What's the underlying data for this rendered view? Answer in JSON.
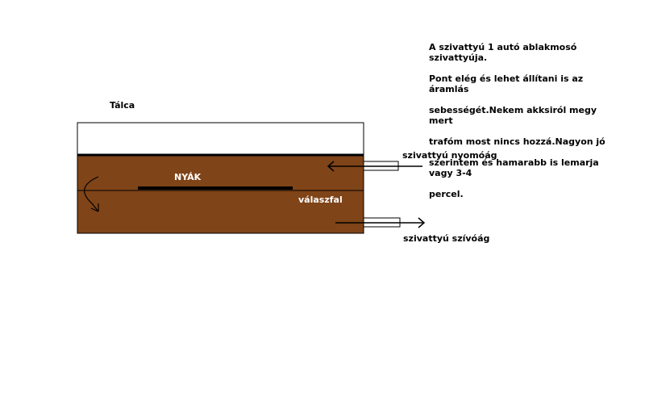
{
  "note": {
    "lines": [
      "A szivattyú 1 autó ablakmosó szivattyúja.",
      "Pont elég és lehet állítani is az áramlás",
      "sebességét.Nekem akksiról megy mert",
      "trafóm most nincs hozzá.Nagyon jó",
      "szerintem és hamarabb is lemarja vagy 3-4",
      "percel."
    ]
  },
  "labels": {
    "tray": "Tálca",
    "pcb": "NYÁK",
    "divider": "válaszfal",
    "pressure_side": "szivattyú nyomóág",
    "suction_side": "szivattyú szívóág"
  },
  "colors": {
    "liquid": "#7f4418",
    "outline": "#000000",
    "background": "#ffffff"
  }
}
